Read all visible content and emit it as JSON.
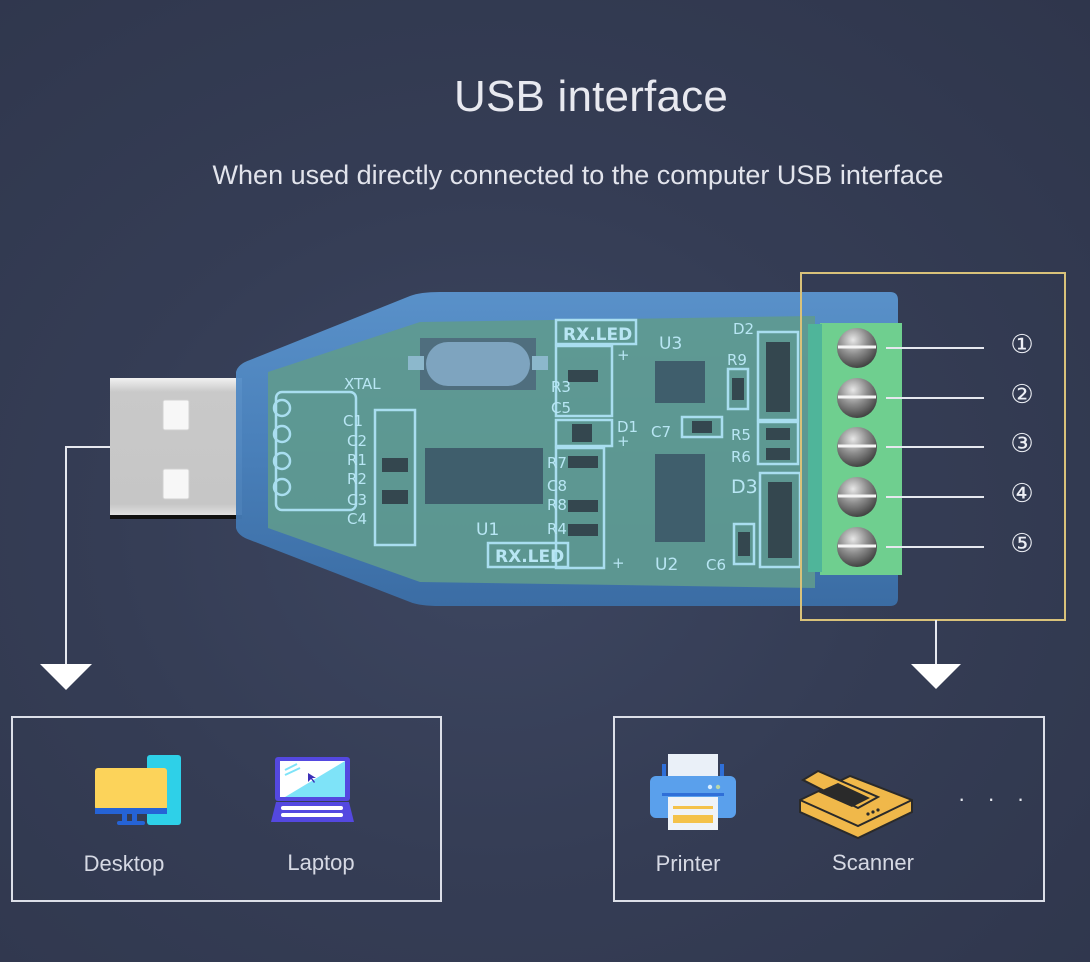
{
  "header": {
    "title": "USB interface",
    "subtitle": "When used directly connected to the computer USB interface"
  },
  "pcb": {
    "labels": {
      "xtal": "XTAL",
      "c1": "C1",
      "c2": "C2",
      "r1": "R1",
      "r2": "R2",
      "c3": "C3",
      "c4": "C4",
      "u1": "U1",
      "u2": "U2",
      "u3": "U3",
      "rx_led_top": "RX.LED",
      "rx_led_bottom": "RX.LED",
      "r3": "R3",
      "c5": "C5",
      "d1": "D1",
      "r7": "R7",
      "c8": "C8",
      "r8": "R8",
      "r4": "R4",
      "c7": "C7",
      "d2": "D2",
      "r9": "R9",
      "r5": "R5",
      "r6": "R6",
      "d3": "D3",
      "c6": "C6",
      "plus": "+"
    }
  },
  "terminal": {
    "pins": [
      "①",
      "②",
      "③",
      "④",
      "⑤"
    ]
  },
  "host_devices": {
    "items": [
      {
        "label": "Desktop",
        "icon": "desktop-icon"
      },
      {
        "label": "Laptop",
        "icon": "laptop-icon"
      }
    ]
  },
  "serial_devices": {
    "items": [
      {
        "label": "Printer",
        "icon": "printer-icon"
      },
      {
        "label": "Scanner",
        "icon": "scanner-icon"
      }
    ],
    "more": "· · ·"
  },
  "colors": {
    "background": "#353d55",
    "highlight_frame": "#d9c27a",
    "terminal_green": "#6fcf8f",
    "pcb_green": "#5f9a8e",
    "shell_blue": "#4a86c2"
  }
}
